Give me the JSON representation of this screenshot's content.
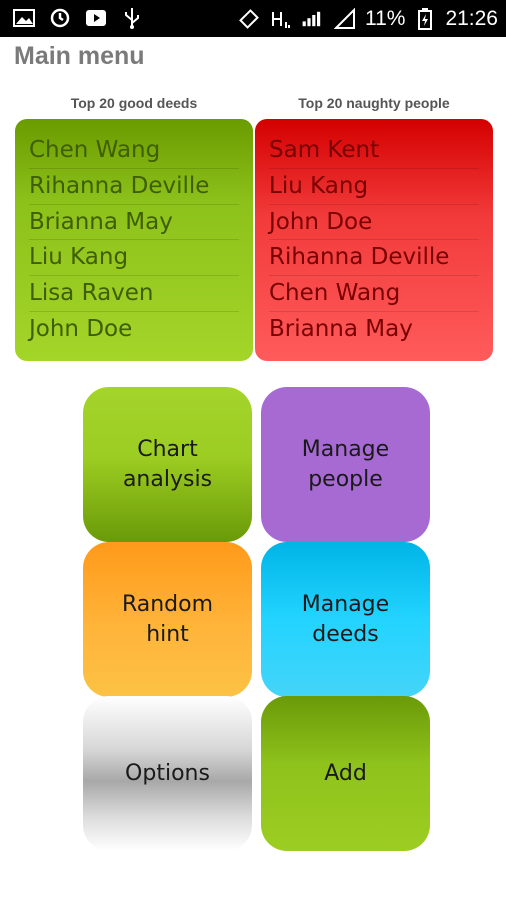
{
  "statusbar": {
    "battery_text": "11%",
    "time": "21:26",
    "left_icons": [
      "image-icon",
      "sync-icon",
      "youtube-icon",
      "usb-icon"
    ],
    "right_icons": [
      "vibrate-icon",
      "signal-h-icon",
      "signal-3g-icon",
      "signal-bars-icon",
      "wifi-off-icon",
      "battery-charging-icon"
    ]
  },
  "header": {
    "title": "Main menu"
  },
  "lists": {
    "good": {
      "title": "Top 20 good deeds",
      "items": [
        "Chen Wang",
        "Rihanna Deville",
        "Brianna May",
        "Liu Kang",
        "Lisa Raven",
        "John Doe"
      ]
    },
    "naughty": {
      "title": "Top 20 naughty people",
      "items": [
        "Sam Kent",
        "Liu Kang",
        "John Doe",
        "Rihanna Deville",
        "Chen Wang",
        "Brianna May"
      ]
    }
  },
  "menu": {
    "chart_analysis": "Chart\nanalysis",
    "manage_people": "Manage\npeople",
    "random_hint": "Random\nhint",
    "manage_deeds": "Manage\ndeeds",
    "options": "Options",
    "add": "Add"
  },
  "colors": {
    "good_panel": "#8dc21b",
    "naughty_panel": "#f23a3a",
    "chart_tile": "#9ccd22",
    "people_tile": "#a76ad3",
    "hint_tile": "#ffb43a",
    "deeds_tile": "#22d4ff",
    "options_tile": "#c0c0c0",
    "add_tile": "#8fc31c"
  }
}
